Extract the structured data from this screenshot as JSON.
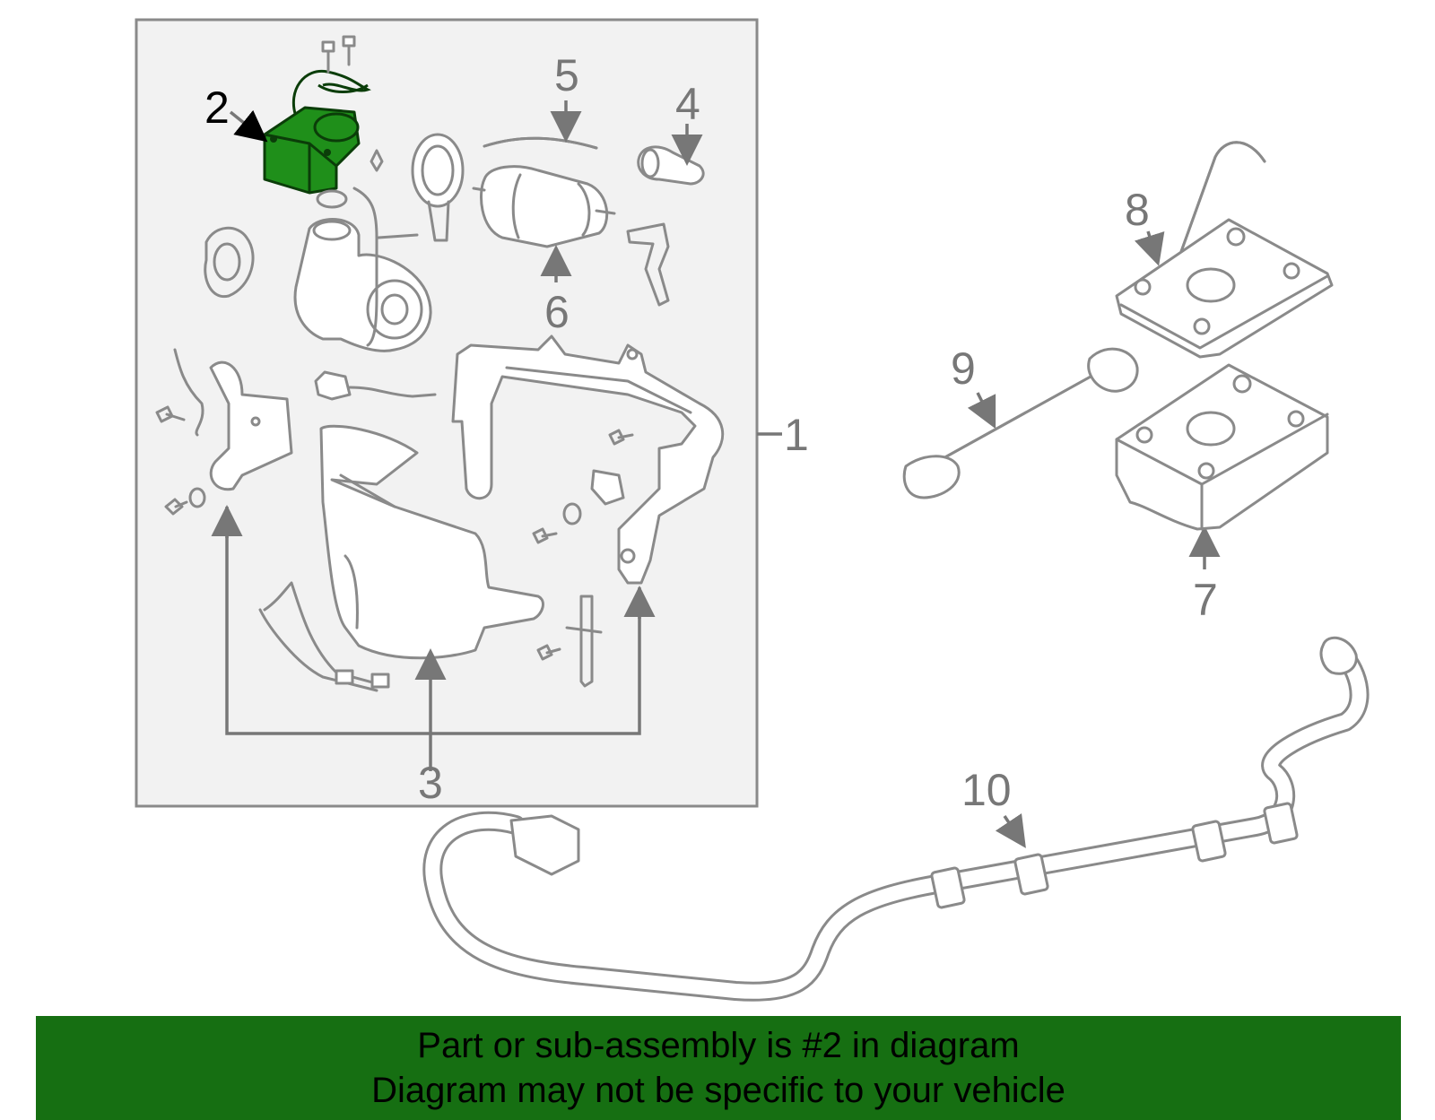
{
  "diagram": {
    "callouts": [
      {
        "id": "1",
        "label": "1"
      },
      {
        "id": "2",
        "label": "2"
      },
      {
        "id": "3",
        "label": "3"
      },
      {
        "id": "4",
        "label": "4"
      },
      {
        "id": "5",
        "label": "5"
      },
      {
        "id": "6",
        "label": "6"
      },
      {
        "id": "7",
        "label": "7"
      },
      {
        "id": "8",
        "label": "8"
      },
      {
        "id": "9",
        "label": "9"
      },
      {
        "id": "10",
        "label": "10"
      }
    ],
    "highlighted_part": "2",
    "colors": {
      "highlight": "#1f8f1a",
      "banner": "#166f12",
      "line_art": "#8a8a8a"
    }
  },
  "banner": {
    "line1": "Part or sub-assembly is #2 in diagram",
    "line2": "Diagram may not be specific to your vehicle"
  }
}
